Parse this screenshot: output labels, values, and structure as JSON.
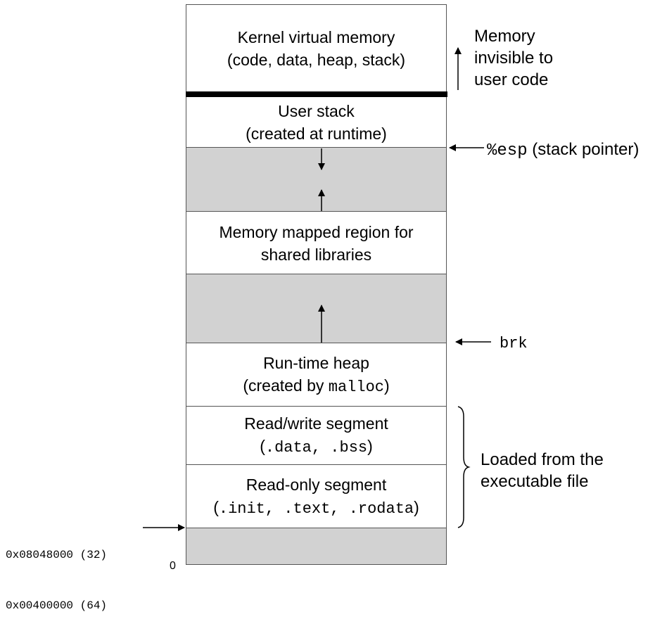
{
  "segments": {
    "kernel": {
      "line1": "Kernel virtual memory",
      "line2": "(code, data, heap, stack)"
    },
    "user_stack": {
      "line1": "User stack",
      "line2": "(created at runtime)"
    },
    "shared_libs": {
      "line1": "Memory mapped region for",
      "line2": "shared libraries"
    },
    "heap": {
      "line1": "Run-time heap",
      "line2_text": "(created by ",
      "line2_code": "malloc",
      "line2_end": ")"
    },
    "rw": {
      "line1": "Read/write segment",
      "line2_open": "(",
      "line2_code": ".data, .bss",
      "line2_close": ")"
    },
    "ro": {
      "line1": "Read-only segment",
      "line2_open": "(",
      "line2_code": ".init, .text, .rodata",
      "line2_close": ")"
    }
  },
  "annotations": {
    "kernel_note": [
      "Memory",
      "invisible to",
      "user code"
    ],
    "esp_code": "%esp",
    "esp_text": " (stack pointer)",
    "brk": "brk",
    "loaded_note": [
      "Loaded from the",
      "executable file"
    ]
  },
  "addresses": {
    "addr32": "0x08048000 (32)",
    "addr64": "0x00400000 (64)",
    "zero": "0"
  },
  "colors": {
    "gap_fill": "#d2d2d2",
    "border": "#555555",
    "kernel_boundary": "#000000"
  }
}
